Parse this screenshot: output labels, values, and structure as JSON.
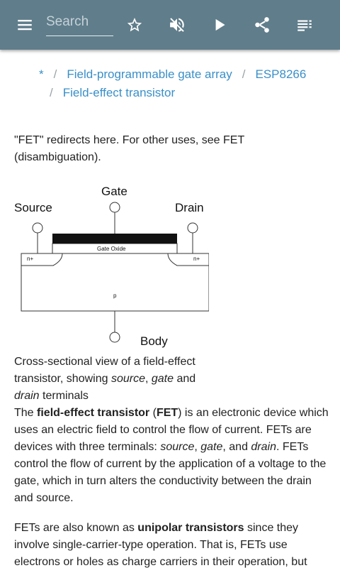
{
  "toolbar": {
    "search_placeholder": "Search",
    "icons": [
      "menu-icon",
      "star-icon",
      "mute-icon",
      "play-icon",
      "share-icon",
      "list-icon"
    ]
  },
  "breadcrumb": {
    "items": [
      "*",
      "Field-programmable gate array",
      "ESP8266",
      "Field-effect transistor"
    ],
    "separator": "/"
  },
  "redirect_note": "\"FET\" redirects here. For other uses, see FET (disambiguation).",
  "figure": {
    "labels": {
      "gate": "Gate",
      "source": "Source",
      "drain": "Drain",
      "gate_oxide": "Gate Oxide",
      "n_left": "n+",
      "n_right": "n+",
      "substrate": "p",
      "body": "Body"
    },
    "caption": {
      "part1": "Cross-sectional view of a field-effect transistor, showing ",
      "source": "source",
      "part2": ", ",
      "gate": "gate",
      "part3": " and ",
      "drain": "drain",
      "part4": " terminals"
    }
  },
  "paragraph1": {
    "t1": "The ",
    "b1": "field-effect transistor",
    "t2": " (",
    "b2": "FET",
    "t3": ") is an electronic device which uses an electric field to control the flow of current. FETs are devices with three terminals: ",
    "i1": "source",
    "t4": ", ",
    "i2": "gate",
    "t5": ", and ",
    "i3": "drain",
    "t6": ". FETs control the flow of current by the application of a voltage to the gate, which in turn alters the conductivity between the drain and source."
  },
  "paragraph2": {
    "t1": "FETs are also known as ",
    "b1": "unipolar transistors",
    "t2": " since they involve single-carrier-type operation. That is, FETs use electrons or holes as charge carriers in their operation, but"
  },
  "colors": {
    "toolbar": "#607d8b",
    "link": "#3a8fc8",
    "text": "#222222"
  }
}
